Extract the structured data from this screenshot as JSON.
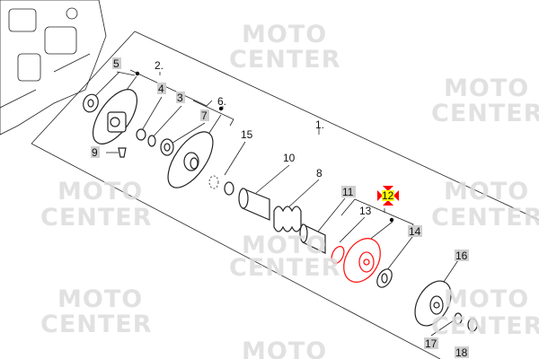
{
  "watermark": {
    "line1": "MOTO",
    "line2": "CENTER"
  },
  "diagram": {
    "highlighted_part": "12",
    "highlight_color": "#ff0000",
    "highlight_label_color": "#ffff00",
    "labels": {
      "p1": "1.",
      "p2": "2.",
      "p3": "3",
      "p4": "4",
      "p5": "5",
      "p6": "6.",
      "p7": "7",
      "p8": "8",
      "p9": "9",
      "p10": "10",
      "p11": "11",
      "p12": "12",
      "p13": "13",
      "p14": "14",
      "p15": "15",
      "p16": "16",
      "p17": "17",
      "p18": "18"
    }
  }
}
